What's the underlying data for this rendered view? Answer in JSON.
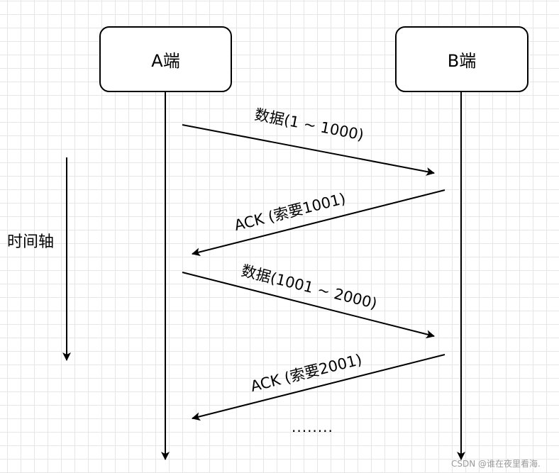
{
  "participants": {
    "a": {
      "label": "A端"
    },
    "b": {
      "label": "B端"
    }
  },
  "messages": [
    {
      "label": "数据(1 ~ 1000)",
      "from": "A端",
      "to": "B端"
    },
    {
      "label": "ACK (索要1001)",
      "from": "B端",
      "to": "A端"
    },
    {
      "label": "数据(1001 ~ 2000)",
      "from": "A端",
      "to": "B端"
    },
    {
      "label": "ACK (索要2001)",
      "from": "B端",
      "to": "A端"
    }
  ],
  "time_axis": {
    "label": "时间轴"
  },
  "continuation": {
    "text": "........"
  },
  "watermark": {
    "text": "CSDN @谁在夜里看海."
  }
}
